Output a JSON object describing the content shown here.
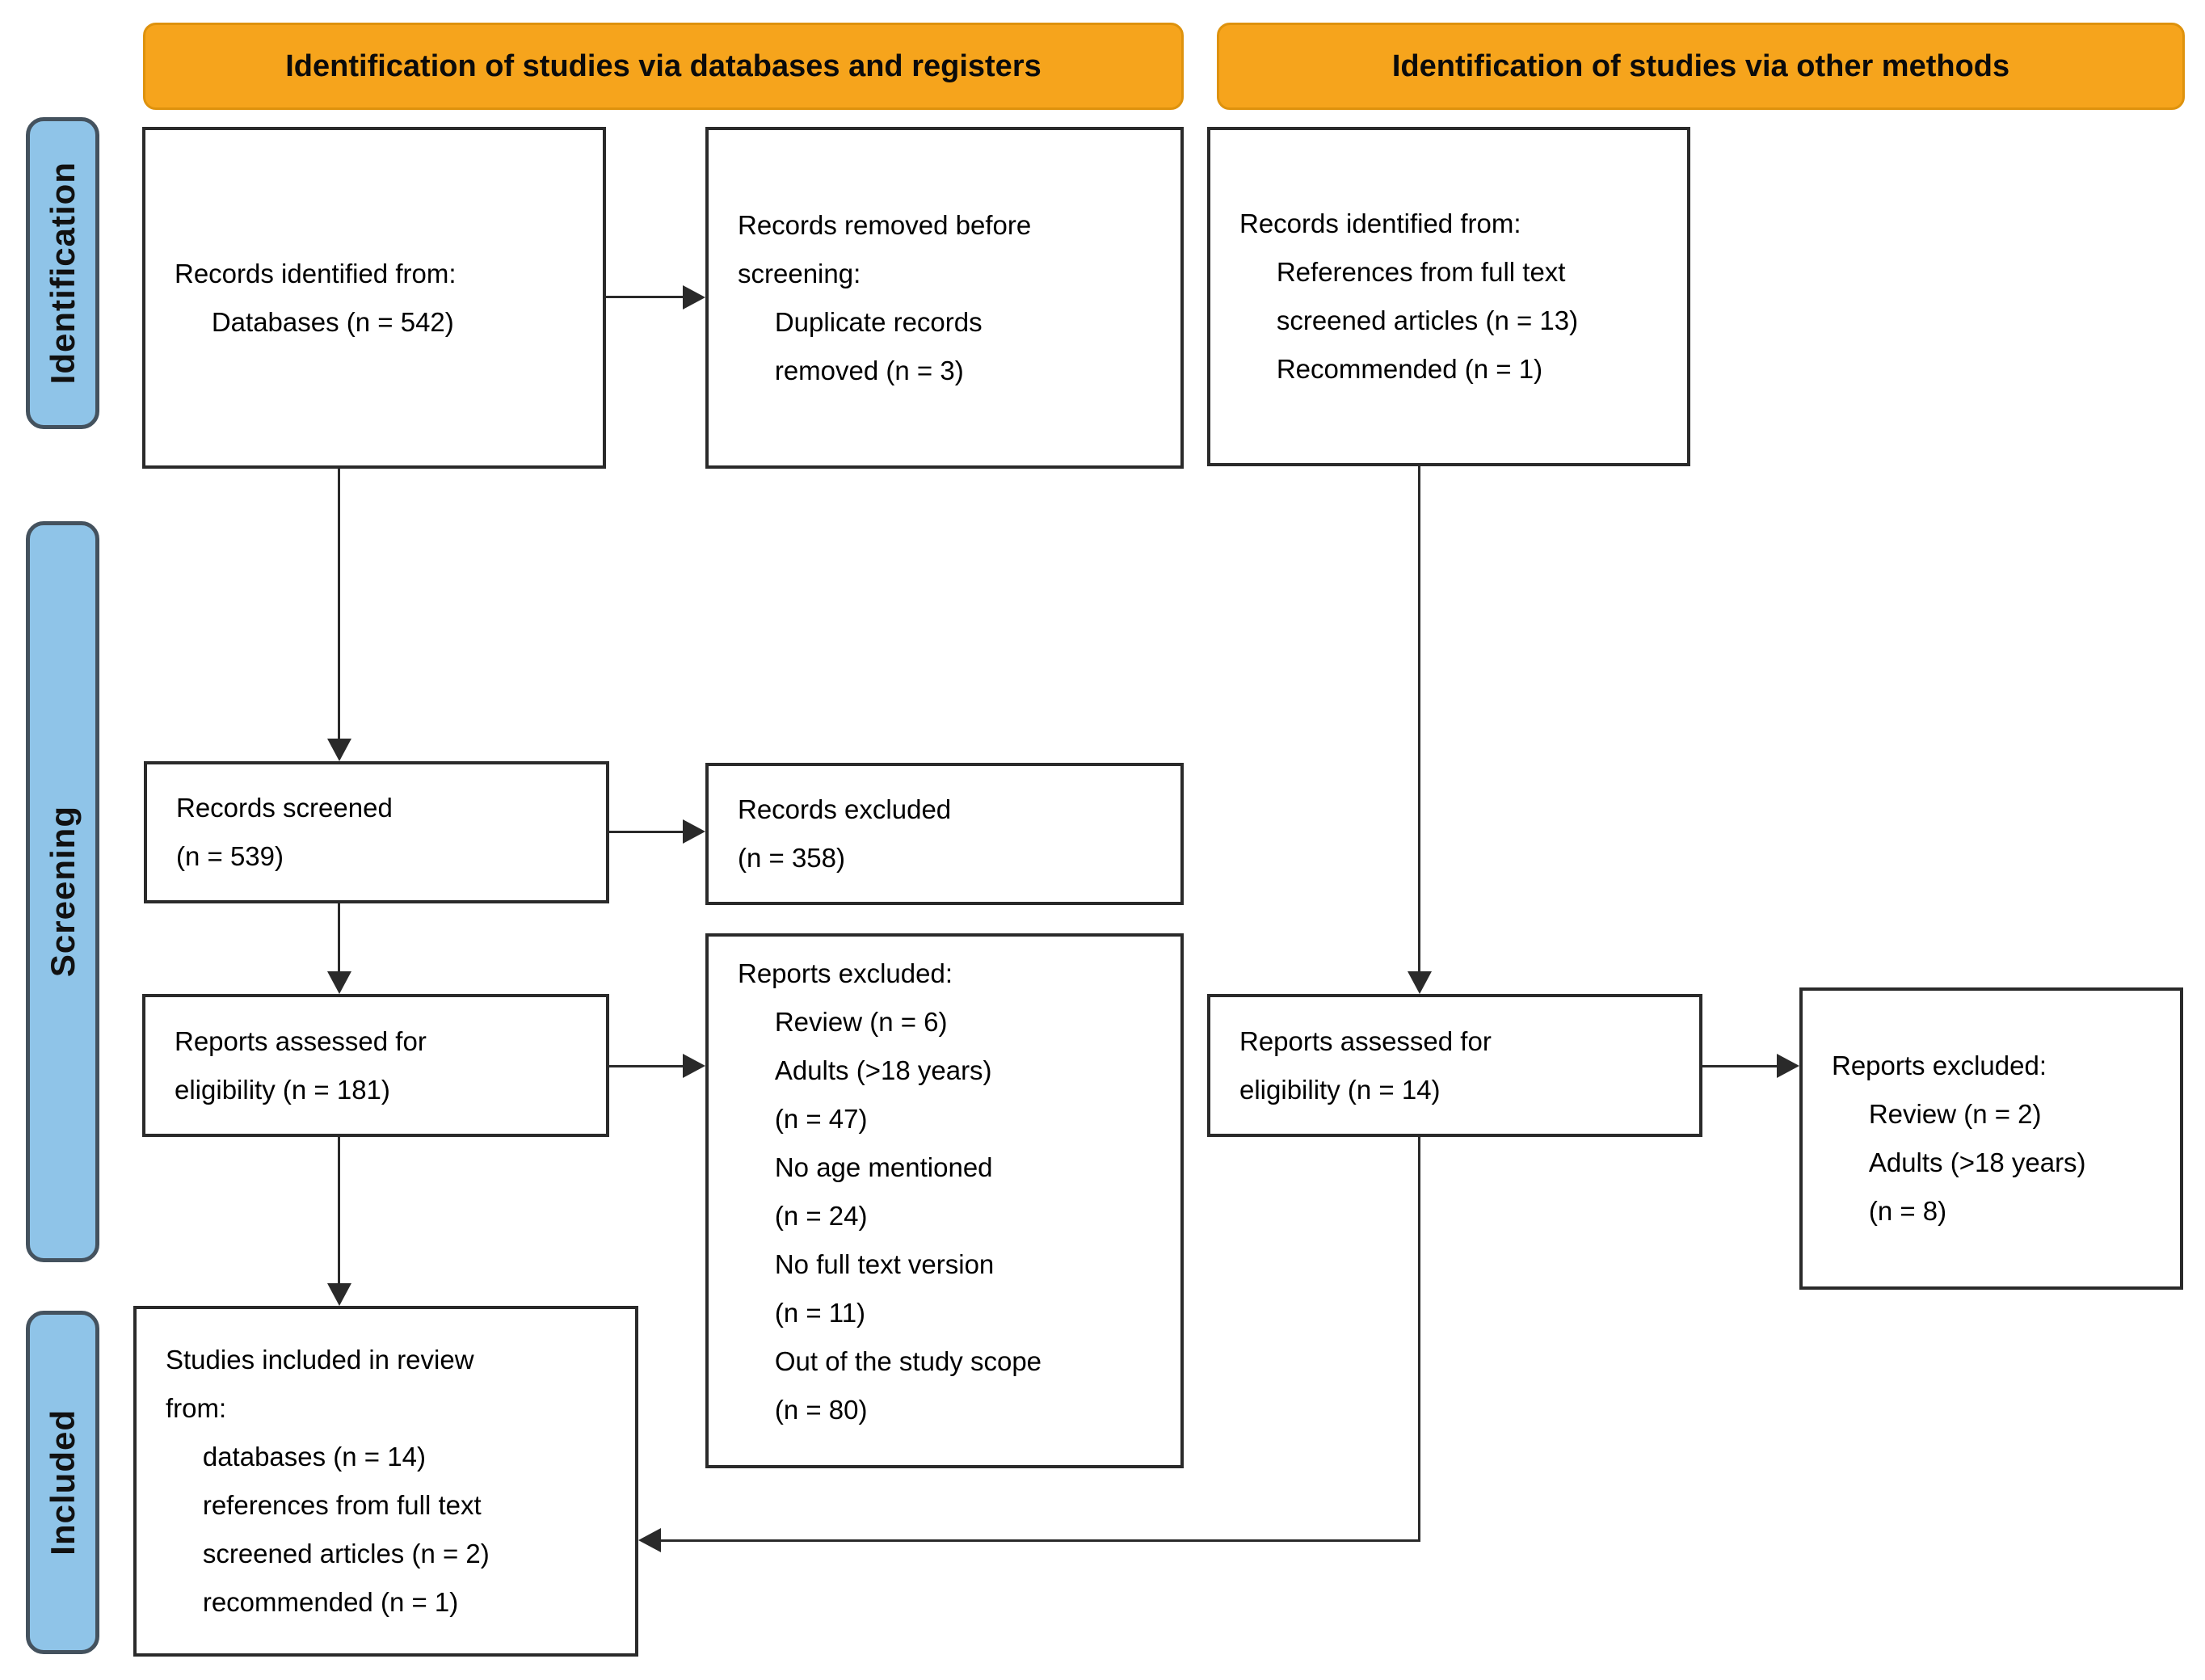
{
  "banners": {
    "databases": "Identification of studies via databases and registers",
    "other_methods": "Identification of studies via other methods"
  },
  "stages": {
    "identification": "Identification",
    "screening": "Screening",
    "included": "Included"
  },
  "boxes": {
    "records_identified_databases": {
      "lines": [
        "Records identified from:",
        "     Databases (n = 542)"
      ]
    },
    "records_removed_before_screening": {
      "lines": [
        "Records removed before",
        "screening:",
        "     Duplicate records",
        "     removed (n = 3)"
      ]
    },
    "records_identified_other": {
      "lines": [
        "Records identified from:",
        "     References from full text",
        "     screened articles (n = 13)",
        "     Recommended (n = 1)"
      ]
    },
    "records_screened": {
      "lines": [
        "Records screened",
        "(n = 539)"
      ]
    },
    "records_excluded": {
      "lines": [
        "Records excluded",
        "(n = 358)"
      ]
    },
    "reports_assessed_databases": {
      "lines": [
        "Reports assessed for",
        "eligibility (n = 181)"
      ]
    },
    "reports_excluded_databases": {
      "lines": [
        "Reports excluded:",
        "     Review (n = 6)",
        "     Adults (>18 years)",
        "     (n = 47)",
        "     No age mentioned",
        "     (n = 24)",
        "     No full text version",
        "     (n = 11)",
        "     Out of the study scope",
        "     (n = 80)"
      ]
    },
    "reports_assessed_other": {
      "lines": [
        "Reports assessed for",
        "eligibility (n = 14)"
      ]
    },
    "reports_excluded_other": {
      "lines": [
        "Reports excluded:",
        "     Review (n = 2)",
        "     Adults (>18 years)",
        "     (n = 8)"
      ]
    },
    "studies_included": {
      "lines": [
        "Studies included in review",
        "from:",
        "     databases (n = 14)",
        "     references from full text",
        "     screened articles (n = 2)",
        "     recommended (n = 1)"
      ]
    }
  },
  "colors": {
    "banner_bg": "#F6A41C",
    "banner_border": "#DE920D",
    "stage_bg": "#8FC4E8",
    "stage_border": "#44525E",
    "box_border": "#2A2A2A",
    "arrow": "#2A2A2A",
    "text": "#000000"
  }
}
